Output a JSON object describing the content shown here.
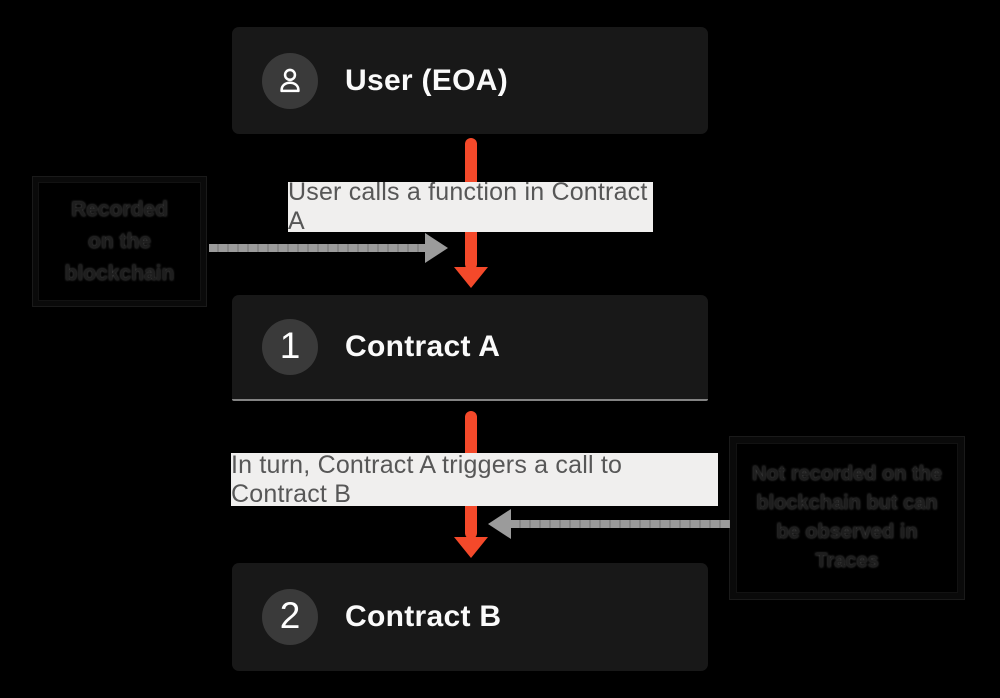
{
  "page": {
    "background": "#000000"
  },
  "colors": {
    "card_bg": "#181818",
    "badge_bg": "#3a3a3a",
    "accent_orange": "#f4492a",
    "gray_arrow": "#9b9b9b",
    "step_label_bg": "#f0efee",
    "step_label_text": "#575757",
    "note_text": "#1e1e1e"
  },
  "nodes": {
    "user": {
      "title": "User (EOA)",
      "icon": "user-icon"
    },
    "contract_a": {
      "badge": "1",
      "title": "Contract A"
    },
    "contract_b": {
      "badge": "2",
      "title": "Contract B"
    }
  },
  "flow": {
    "step1": "User calls a function in Contract A",
    "step2": "In turn, Contract A triggers a call to Contract B"
  },
  "annotations": {
    "left": {
      "lines": {
        "0": "Recorded",
        "1": "on the",
        "2": "blockchain"
      }
    },
    "right": {
      "lines": {
        "0": "Not recorded on the",
        "1": "blockchain but can",
        "2": "be observed in",
        "3": "Traces"
      }
    }
  }
}
